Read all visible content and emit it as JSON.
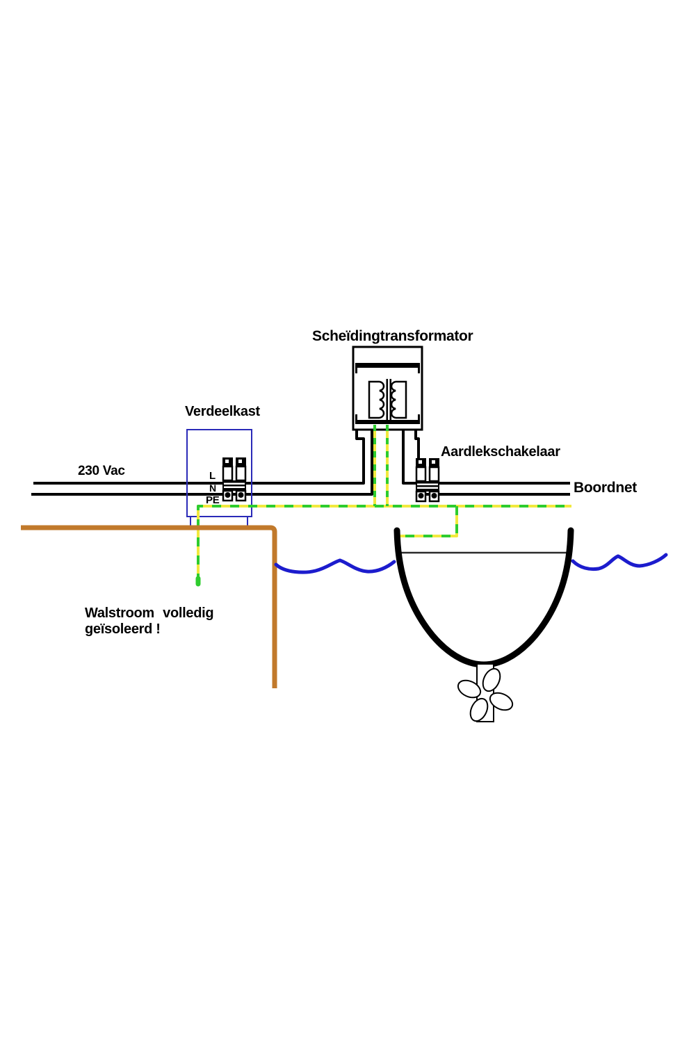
{
  "diagram": {
    "title": "Scheïdingtransformator",
    "labels": {
      "transformer": "Scheïdingtransformator",
      "distribution_box": "Verdeelkast",
      "rcd": "Aardlekschakelaar",
      "shore_voltage": "230 Vac",
      "boat_net": "Boordnet",
      "line": "L",
      "neutral": "N",
      "earth": "PE",
      "note_line1": "Walstroom volledig",
      "note_line2": "geïsoleerd !"
    },
    "colors": {
      "wire_black": "#000000",
      "earth_yellow": "#f2e93e",
      "earth_green": "#2ecc2e",
      "water_blue": "#1c1ccd",
      "quay_brown": "#c1792b",
      "box_blue": "#2a2ab8"
    }
  }
}
